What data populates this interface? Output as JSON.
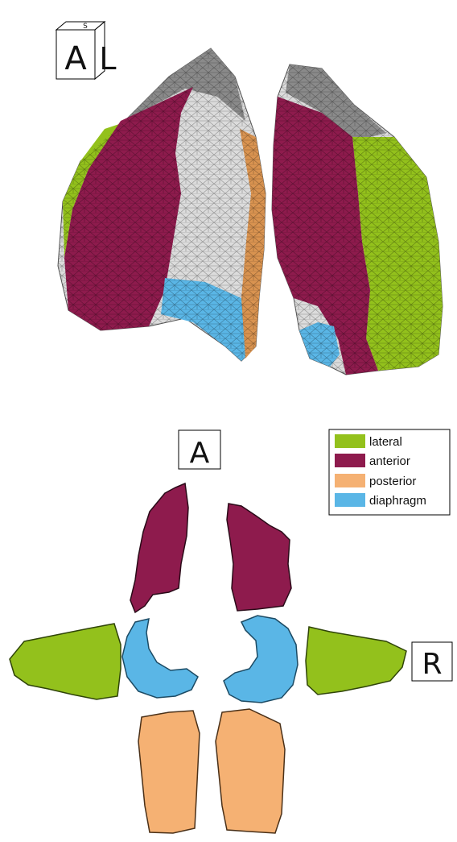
{
  "orientation_cube": {
    "top_face": "S",
    "front_face": "A",
    "side_face": "L"
  },
  "views": {
    "top_label": "A",
    "right_label": "R"
  },
  "legend": {
    "items": [
      {
        "label": "lateral",
        "color": "#93c11c"
      },
      {
        "label": "anterior",
        "color": "#8e1b4d"
      },
      {
        "label": "posterior",
        "color": "#f5b173"
      },
      {
        "label": "diaphragm",
        "color": "#5ab6e6"
      }
    ]
  },
  "colors": {
    "lateral": "#93c11c",
    "anterior": "#8e1b4d",
    "posterior": "#f5b173",
    "diaphragm": "#5ab6e6",
    "apex_gray": "#8a8a8a",
    "mediastinal_white": "#dcdcdc"
  }
}
